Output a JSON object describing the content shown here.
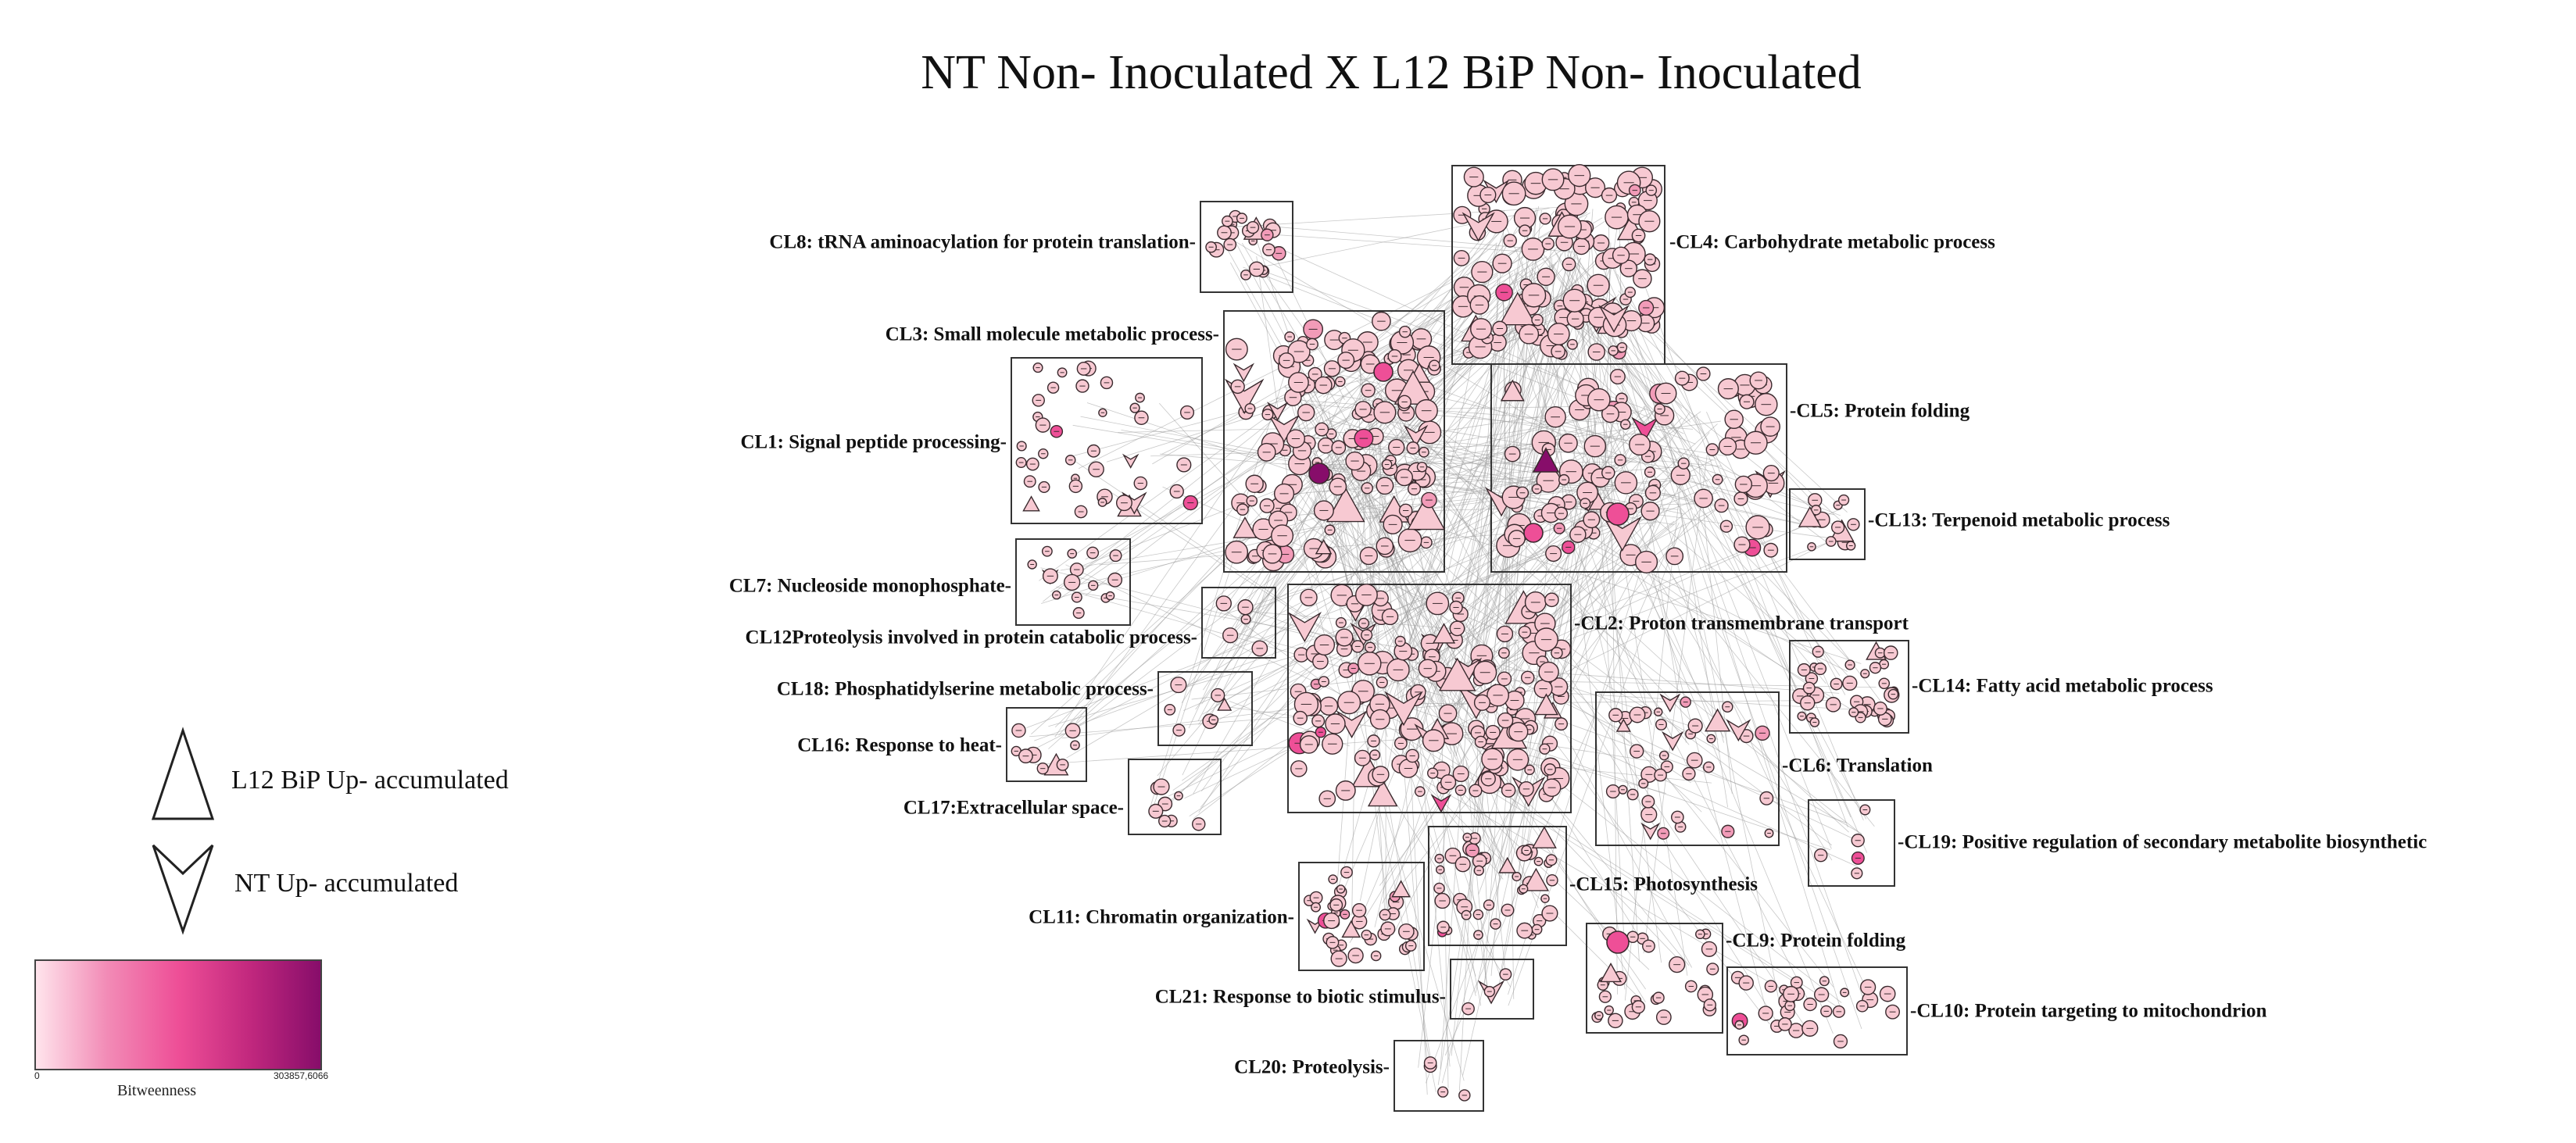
{
  "title": "NT Non- Inoculated X L12 BiP Non- Inoculated",
  "legend": {
    "triangle_up_label": "L12 BiP Up-  accumulated",
    "triangle_down_label": "NT Up-  accumulated",
    "shape_up_icon": "triangle-up",
    "shape_down_icon": "triangle-down"
  },
  "color_scale": {
    "title": "Bitweenness",
    "min_label": "0",
    "max_label": "303857,6066",
    "colors": [
      "#ffe4ec",
      "#f28bb6",
      "#ee4f97",
      "#c2287e",
      "#870d6a"
    ]
  },
  "clusters": [
    {
      "id": "CL8",
      "label": "CL8: tRNA aminoacylation for protein translation-",
      "nodes": 22,
      "side": "left",
      "color": "#f7c9d2"
    },
    {
      "id": "CL4",
      "label": "-CL4: Carbohydrate metabolic process",
      "nodes": 130,
      "side": "right",
      "color": "#f7c9d2"
    },
    {
      "id": "CL3",
      "label": "CL3: Small molecule metabolic process-",
      "nodes": 150,
      "side": "left",
      "color": "#f7c9d2"
    },
    {
      "id": "CL5",
      "label": "-CL5: Protein folding",
      "nodes": 110,
      "side": "right",
      "color": "#f7c9d2"
    },
    {
      "id": "CL1",
      "label": "CL1: Signal peptide processing-",
      "nodes": 40,
      "side": "left",
      "color": "#f7c9d2"
    },
    {
      "id": "CL13",
      "label": "-CL13: Terpenoid metabolic process",
      "nodes": 14,
      "side": "right",
      "color": "#f7c9d2"
    },
    {
      "id": "CL7",
      "label": "CL7: Nucleoside monophosphate-",
      "nodes": 16,
      "side": "left",
      "color": "#f7c9d2"
    },
    {
      "id": "CL12",
      "label": "CL12Proteolysis involved in protein catabolic process-",
      "nodes": 5,
      "side": "left",
      "color": "#f7c9d2"
    },
    {
      "id": "CL2",
      "label": "-CL2: Proton transmembrane transport",
      "nodes": 180,
      "side": "right",
      "color": "#f7c9d2"
    },
    {
      "id": "CL18",
      "label": "CL18: Phosphatidylserine metabolic process-",
      "nodes": 7,
      "side": "left",
      "color": "#f7c9d2"
    },
    {
      "id": "CL14",
      "label": "-CL14: Fatty acid metabolic process",
      "nodes": 40,
      "side": "right",
      "color": "#f7c9d2"
    },
    {
      "id": "CL16",
      "label": "CL16: Response to heat-",
      "nodes": 9,
      "side": "left",
      "color": "#f7c9d2"
    },
    {
      "id": "CL6",
      "label": "-CL6: Translation",
      "nodes": 40,
      "side": "right",
      "color": "#f7c9d2"
    },
    {
      "id": "CL17",
      "label": "CL17:Extracellular space-",
      "nodes": 9,
      "side": "left",
      "color": "#f7c9d2"
    },
    {
      "id": "CL19",
      "label": "-CL19: Positive regulation of secondary metabolite biosynthetic",
      "nodes": 5,
      "side": "right",
      "color": "#f7c9d2"
    },
    {
      "id": "CL11",
      "label": "CL11: Chromatin organization-",
      "nodes": 40,
      "side": "left",
      "color": "#f7c9d2"
    },
    {
      "id": "CL15",
      "label": "-CL15: Photosynthesis",
      "nodes": 45,
      "side": "right",
      "color": "#f7c9d2"
    },
    {
      "id": "CL9",
      "label": "-CL9: Protein folding",
      "nodes": 30,
      "side": "right",
      "color": "#f7c9d2"
    },
    {
      "id": "CL21",
      "label": "CL21: Response to biotic stimulus-",
      "nodes": 4,
      "side": "left",
      "color": "#f7c9d2"
    },
    {
      "id": "CL10",
      "label": "-CL10: Protein targeting to mitochondrion",
      "nodes": 30,
      "side": "right",
      "color": "#f7c9d2"
    },
    {
      "id": "CL20",
      "label": "CL20: Proteolysis-",
      "nodes": 4,
      "side": "left",
      "color": "#f7c9d2"
    }
  ]
}
